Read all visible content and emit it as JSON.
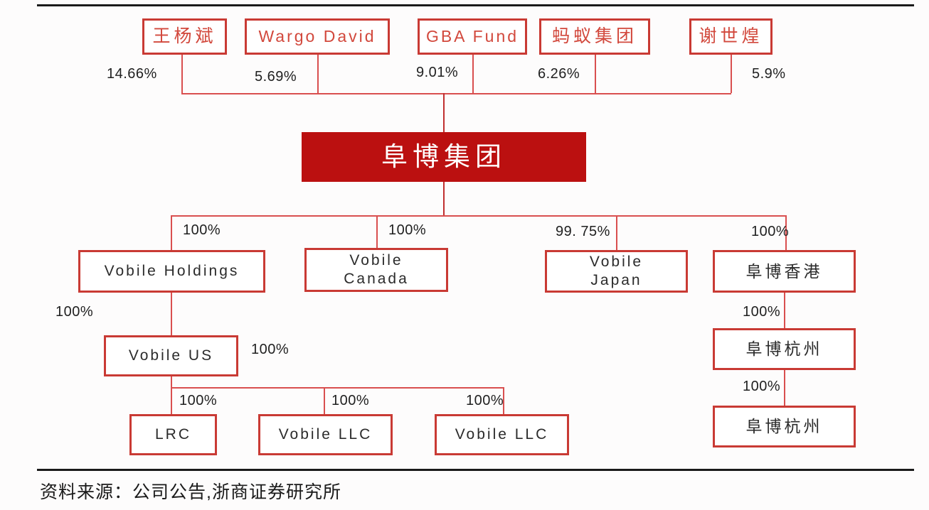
{
  "figure": {
    "top_rule": true,
    "bottom_rule": true,
    "source_note": "资料来源：公司公告,浙商证券研究所"
  },
  "colors": {
    "box_border": "#c93a34",
    "owner_text": "#d2483c",
    "sub_text": "#2b2b2b",
    "main_fill": "#bb1010",
    "main_text": "#ffffff",
    "connector": "#d94f4f",
    "rule": "#1a1a1a"
  },
  "chart_data": {
    "type": "diagram",
    "title": "阜博集团 ownership / subsidiary structure",
    "root": "阜博集团",
    "shareholders": [
      {
        "name": "王杨斌",
        "stake": "14.66%"
      },
      {
        "name": "Wargo David",
        "stake": "5.69%"
      },
      {
        "name": "GBA Fund",
        "stake": "9.01%"
      },
      {
        "name": "蚂蚁集团",
        "stake": "6.26%"
      },
      {
        "name": "谢世煌",
        "stake": "5.9%"
      }
    ],
    "subsidiaries": [
      {
        "name": "Vobile Holdings",
        "stake": "100%",
        "parent": "阜博集团"
      },
      {
        "name": "Vobile\nCanada",
        "stake": "100%",
        "parent": "阜博集团"
      },
      {
        "name": "Vobile\nJapan",
        "stake": "99. 75%",
        "parent": "阜博集团"
      },
      {
        "name": "阜博香港",
        "stake": "100%",
        "parent": "阜博集团"
      },
      {
        "name": "Vobile US",
        "stake": "100%",
        "parent": "Vobile Holdings"
      },
      {
        "name": "LRC",
        "stake": "100%",
        "parent": "Vobile US"
      },
      {
        "name": "Vobile LLC",
        "stake": "100%",
        "parent": "Vobile US"
      },
      {
        "name": "Vobile LLC",
        "stake": "100%",
        "parent": "Vobile US"
      },
      {
        "name": "阜博杭州",
        "stake": "100%",
        "parent": "阜博香港"
      },
      {
        "name": "阜博杭州",
        "stake": "100%",
        "parent": "阜博杭州"
      }
    ]
  },
  "nodes": {
    "owner1": "王杨斌",
    "owner2": "Wargo David",
    "owner3": "GBA Fund",
    "owner4": "蚂蚁集团",
    "owner5": "谢世煌",
    "main": "阜博集团",
    "holdings": "Vobile Holdings",
    "canada_l1": "Vobile",
    "canada_l2": "Canada",
    "japan_l1": "Vobile",
    "japan_l2": "Japan",
    "hk": "阜博香港",
    "us": "Vobile US",
    "lrc": "LRC",
    "llc1": "Vobile LLC",
    "llc2": "Vobile LLC",
    "hz1": "阜博杭州",
    "hz2": "阜博杭州"
  },
  "pct": {
    "p_owner1": "14.66%",
    "p_owner2": "5.69%",
    "p_owner3": "9.01%",
    "p_owner4": "6.26%",
    "p_owner5": "5.9%",
    "p_holdings": "100%",
    "p_canada": "100%",
    "p_japan": "99. 75%",
    "p_hk": "100%",
    "p_us": "100%",
    "p_us_right": "100%",
    "p_lrc": "100%",
    "p_llc1": "100%",
    "p_llc2": "100%",
    "p_hz1": "100%",
    "p_hz2": "100%"
  }
}
